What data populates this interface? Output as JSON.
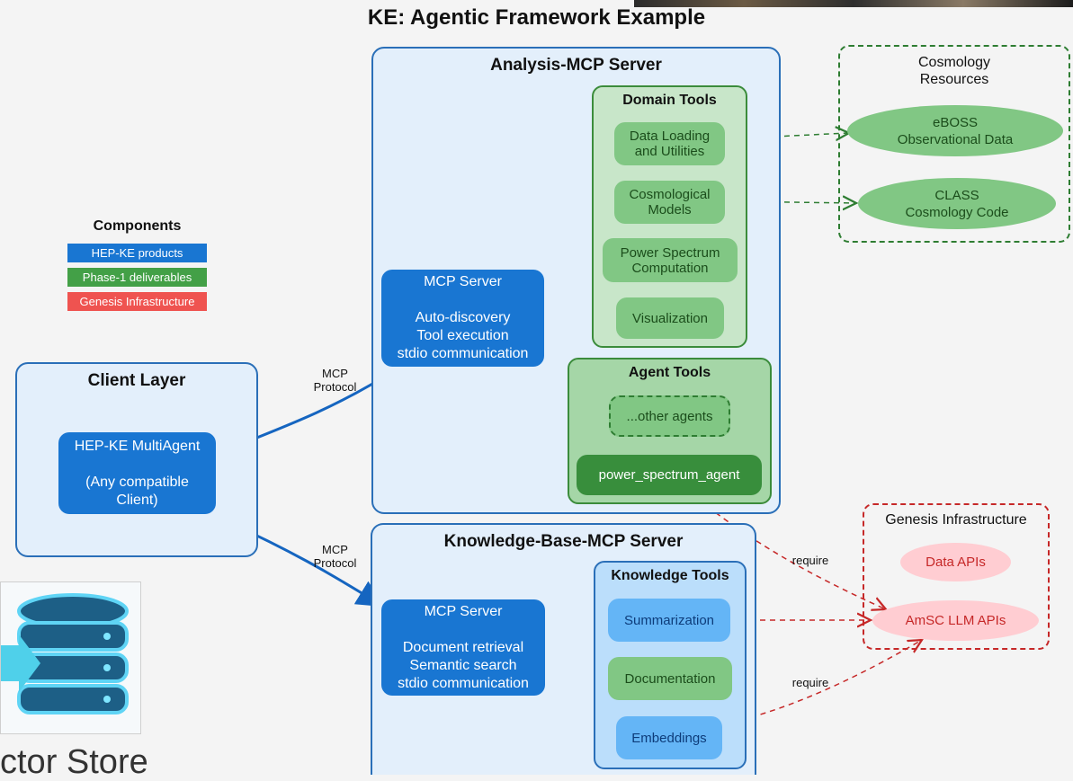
{
  "title": "KE: Agentic Framework Example",
  "legend": {
    "heading": "Components",
    "items": [
      {
        "label": "HEP-KE products",
        "color": "#1976d2"
      },
      {
        "label": "Phase-1 deliverables",
        "color": "#43a047"
      },
      {
        "label": "Genesis Infrastructure",
        "color": "#ef5350"
      }
    ]
  },
  "client_layer": {
    "title": "Client Layer",
    "node": "HEP-KE MultiAgent\n\n(Any compatible\nClient)"
  },
  "protocol_labels": [
    "MCP\nProtocol",
    "MCP\nProtocol"
  ],
  "analysis_server": {
    "title": "Analysis-MCP Server",
    "mcp_server": "MCP Server\n\nAuto-discovery\nTool execution\nstdio communication",
    "domain_tools": {
      "title": "Domain Tools",
      "items": [
        "Data Loading\nand Utilities",
        "Cosmological\nModels",
        "Power Spectrum\nComputation",
        "Visualization"
      ]
    },
    "agent_tools": {
      "title": "Agent Tools",
      "other": "...other agents",
      "agent": "power_spectrum_agent"
    }
  },
  "knowledge_server": {
    "title": "Knowledge-Base-MCP Server",
    "mcp_server": "MCP Server\n\nDocument retrieval\nSemantic search\nstdio communication",
    "knowledge_tools": {
      "title": "Knowledge Tools",
      "items": [
        "Summarization",
        "Documentation",
        "Embeddings"
      ]
    }
  },
  "cosmology_resources": {
    "title": "Cosmology\nResources",
    "items": [
      "eBOSS\nObservational Data",
      "CLASS\nCosmology Code"
    ]
  },
  "genesis": {
    "title": "Genesis Infrastructure",
    "items": [
      "Data APIs",
      "AmSC LLM APIs"
    ]
  },
  "require_labels": [
    "require",
    "require"
  ],
  "vector_store": {
    "label": "ctor Store",
    "icon": "database-icon"
  }
}
